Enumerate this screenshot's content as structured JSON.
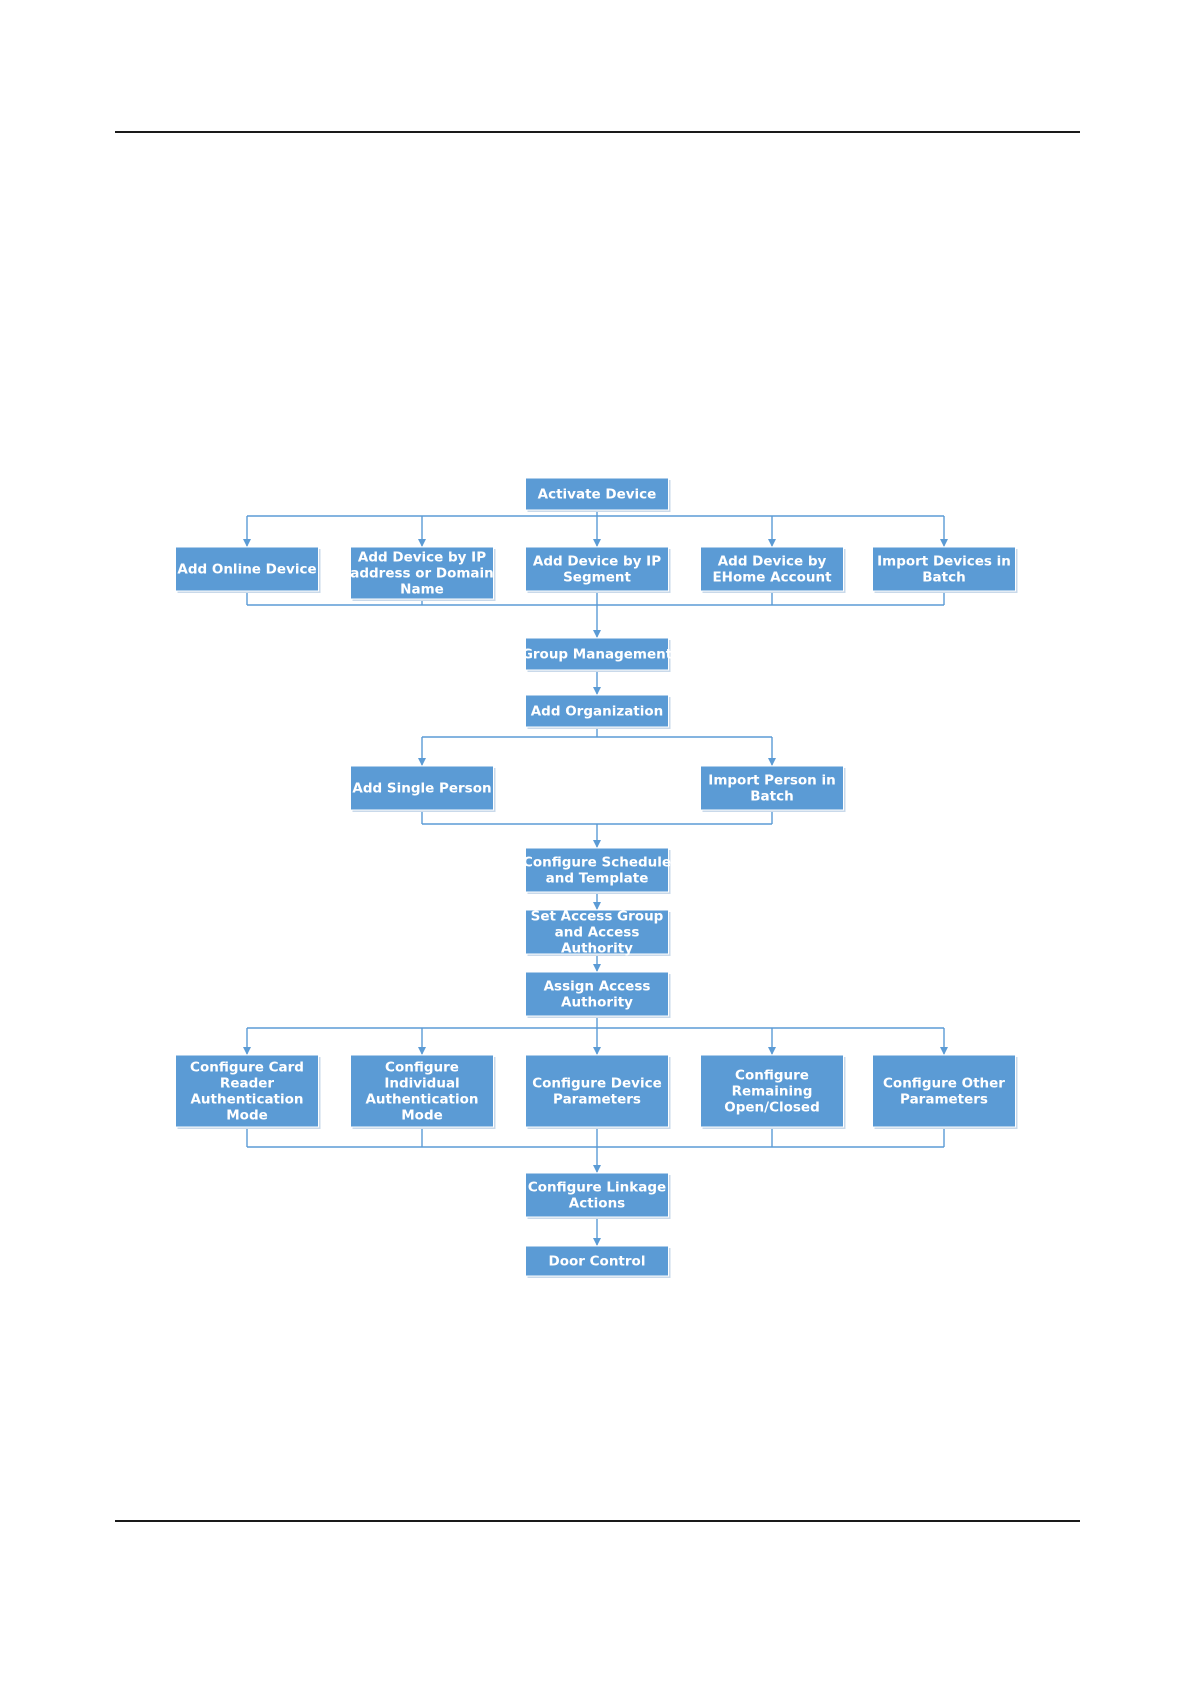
{
  "flowchart": {
    "nodes": [
      {
        "id": "activate",
        "label": "Activate Device"
      },
      {
        "id": "add-online",
        "label": "Add Online Device"
      },
      {
        "id": "add-ip-domain",
        "label": "Add Device by IP address or Domain Name"
      },
      {
        "id": "add-ip-segment",
        "label": "Add Device by IP Segment"
      },
      {
        "id": "add-ehome",
        "label": "Add Device by EHome Account"
      },
      {
        "id": "import-devices",
        "label": "Import Devices in Batch"
      },
      {
        "id": "group-mgmt",
        "label": "Group Management"
      },
      {
        "id": "add-org",
        "label": "Add Organization"
      },
      {
        "id": "add-single-person",
        "label": "Add Single Person"
      },
      {
        "id": "import-person",
        "label": "Import Person in Batch"
      },
      {
        "id": "config-schedule",
        "label": "Configure Schedule and Template"
      },
      {
        "id": "set-access-group",
        "label": "Set Access Group and Access Authority"
      },
      {
        "id": "assign-access",
        "label": "Assign Access Authority"
      },
      {
        "id": "config-card-reader",
        "label": "Configure Card Reader Authentication Mode"
      },
      {
        "id": "config-individual",
        "label": "Configure Individual Authentication Mode"
      },
      {
        "id": "config-device-params",
        "label": "Configure Device Parameters"
      },
      {
        "id": "config-remaining",
        "label": "Configure Remaining Open/Closed"
      },
      {
        "id": "config-other",
        "label": "Configure Other Parameters"
      },
      {
        "id": "config-linkage",
        "label": "Configure Linkage Actions"
      },
      {
        "id": "door-control",
        "label": "Door Control"
      }
    ]
  }
}
